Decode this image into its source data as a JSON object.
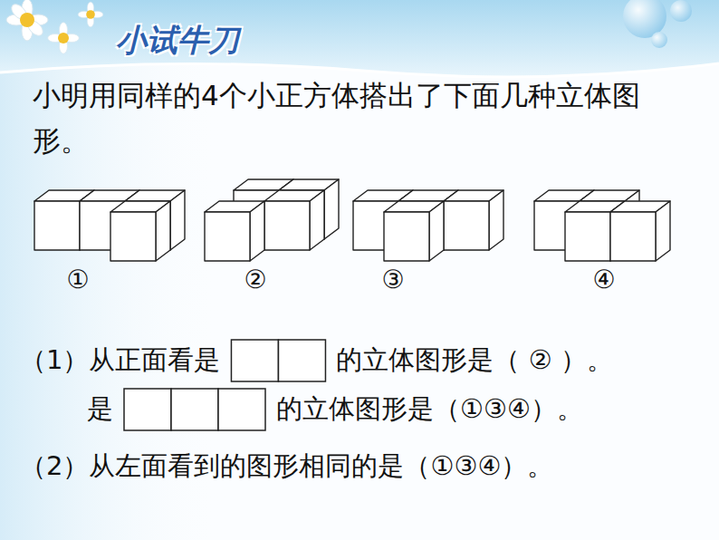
{
  "diagram": {
    "title": "小试牛刀",
    "labels": [
      "小明用同样的4个小正方体搭出了下面几种立体图形。",
      "①",
      "②",
      "③",
      "④",
      "（1）从正面看是",
      "的立体图形是（ ② ）。",
      "是",
      "的立体图形是（①③④）。",
      "（2）从左面看到的图形相同的是（①③④）。"
    ]
  }
}
